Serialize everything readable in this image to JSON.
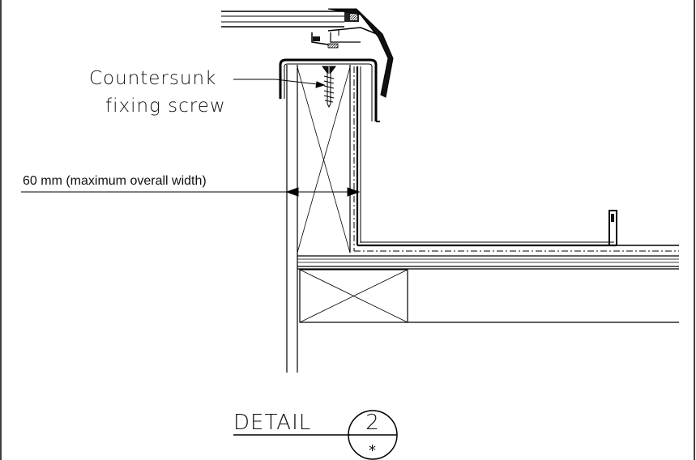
{
  "annotations": {
    "screw_line1": "Countersunk",
    "screw_line2": "fixing screw",
    "width_note": "60 mm (maximum overall width)"
  },
  "detail_tag": {
    "label": "DETAIL",
    "number": "2",
    "sheet": "*"
  }
}
